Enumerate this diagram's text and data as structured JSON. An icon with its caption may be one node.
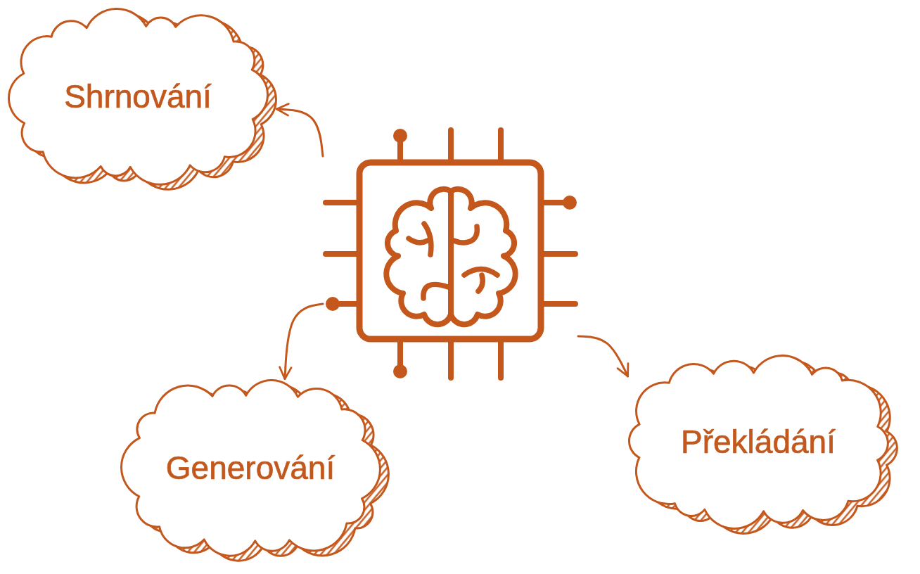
{
  "diagram": {
    "nodes": [
      {
        "text": [
          "Shrnování"
        ]
      },
      {
        "text": [],
        "shape": "picture"
      },
      {
        "text": [
          "Generování"
        ]
      },
      {
        "text": [
          "Překládání"
        ]
      }
    ],
    "edges": [
      {
        "from": 1,
        "to": 0,
        "arrow": "to"
      },
      {
        "from": 1,
        "to": 2,
        "arrow": "to"
      },
      {
        "from": 1,
        "to": 3,
        "arrow": "to"
      }
    ]
  }
}
